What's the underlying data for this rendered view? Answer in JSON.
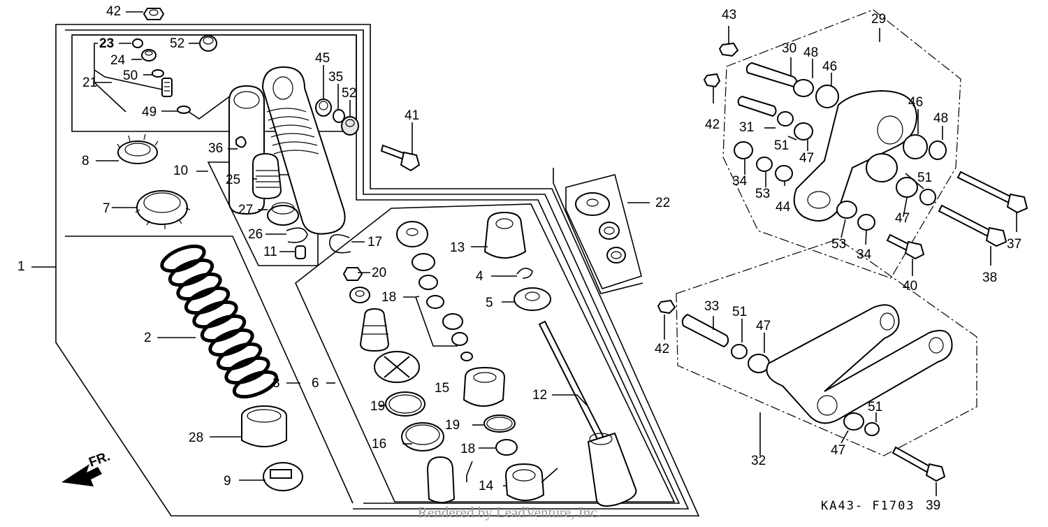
{
  "diagram": {
    "drawing_code": "KA43- F1703",
    "credit": "Rendered by LeadVenture, Inc.",
    "direction_label": "FR.",
    "callouts": [
      {
        "id": "c1",
        "label": "1"
      },
      {
        "id": "c2",
        "label": "2"
      },
      {
        "id": "c3",
        "label": "3"
      },
      {
        "id": "c4",
        "label": "4"
      },
      {
        "id": "c5",
        "label": "5"
      },
      {
        "id": "c6",
        "label": "6"
      },
      {
        "id": "c7",
        "label": "7"
      },
      {
        "id": "c8",
        "label": "8"
      },
      {
        "id": "c9",
        "label": "9"
      },
      {
        "id": "c10",
        "label": "10"
      },
      {
        "id": "c11",
        "label": "11"
      },
      {
        "id": "c12",
        "label": "12"
      },
      {
        "id": "c13",
        "label": "13"
      },
      {
        "id": "c14",
        "label": "14"
      },
      {
        "id": "c15",
        "label": "15"
      },
      {
        "id": "c16",
        "label": "16"
      },
      {
        "id": "c17",
        "label": "17"
      },
      {
        "id": "c18a",
        "label": "18"
      },
      {
        "id": "c18b",
        "label": "18"
      },
      {
        "id": "c19a",
        "label": "19"
      },
      {
        "id": "c19b",
        "label": "19"
      },
      {
        "id": "c20",
        "label": "20"
      },
      {
        "id": "c21",
        "label": "21"
      },
      {
        "id": "c22",
        "label": "22"
      },
      {
        "id": "c23",
        "label": "23"
      },
      {
        "id": "c24",
        "label": "24"
      },
      {
        "id": "c25",
        "label": "25"
      },
      {
        "id": "c26",
        "label": "26"
      },
      {
        "id": "c27",
        "label": "27"
      },
      {
        "id": "c28",
        "label": "28"
      },
      {
        "id": "c29",
        "label": "29"
      },
      {
        "id": "c30",
        "label": "30"
      },
      {
        "id": "c31",
        "label": "31"
      },
      {
        "id": "c32",
        "label": "32"
      },
      {
        "id": "c33",
        "label": "33"
      },
      {
        "id": "c34a",
        "label": "34"
      },
      {
        "id": "c34b",
        "label": "34"
      },
      {
        "id": "c35",
        "label": "35"
      },
      {
        "id": "c36",
        "label": "36"
      },
      {
        "id": "c37",
        "label": "37"
      },
      {
        "id": "c38",
        "label": "38"
      },
      {
        "id": "c39",
        "label": "39"
      },
      {
        "id": "c40",
        "label": "40"
      },
      {
        "id": "c41",
        "label": "41"
      },
      {
        "id": "c42a",
        "label": "42"
      },
      {
        "id": "c42b",
        "label": "42"
      },
      {
        "id": "c42c",
        "label": "42"
      },
      {
        "id": "c43",
        "label": "43"
      },
      {
        "id": "c44",
        "label": "44"
      },
      {
        "id": "c45",
        "label": "45"
      },
      {
        "id": "c46a",
        "label": "46"
      },
      {
        "id": "c46b",
        "label": "46"
      },
      {
        "id": "c47a",
        "label": "47"
      },
      {
        "id": "c47b",
        "label": "47"
      },
      {
        "id": "c47c",
        "label": "47"
      },
      {
        "id": "c47d",
        "label": "47"
      },
      {
        "id": "c48a",
        "label": "48"
      },
      {
        "id": "c48b",
        "label": "48"
      },
      {
        "id": "c49",
        "label": "49"
      },
      {
        "id": "c50",
        "label": "50"
      },
      {
        "id": "c51a",
        "label": "51"
      },
      {
        "id": "c51b",
        "label": "51"
      },
      {
        "id": "c51c",
        "label": "51"
      },
      {
        "id": "c51d",
        "label": "51"
      },
      {
        "id": "c52a",
        "label": "52"
      },
      {
        "id": "c52b",
        "label": "52"
      },
      {
        "id": "c53a",
        "label": "53"
      },
      {
        "id": "c53b",
        "label": "53"
      }
    ]
  }
}
